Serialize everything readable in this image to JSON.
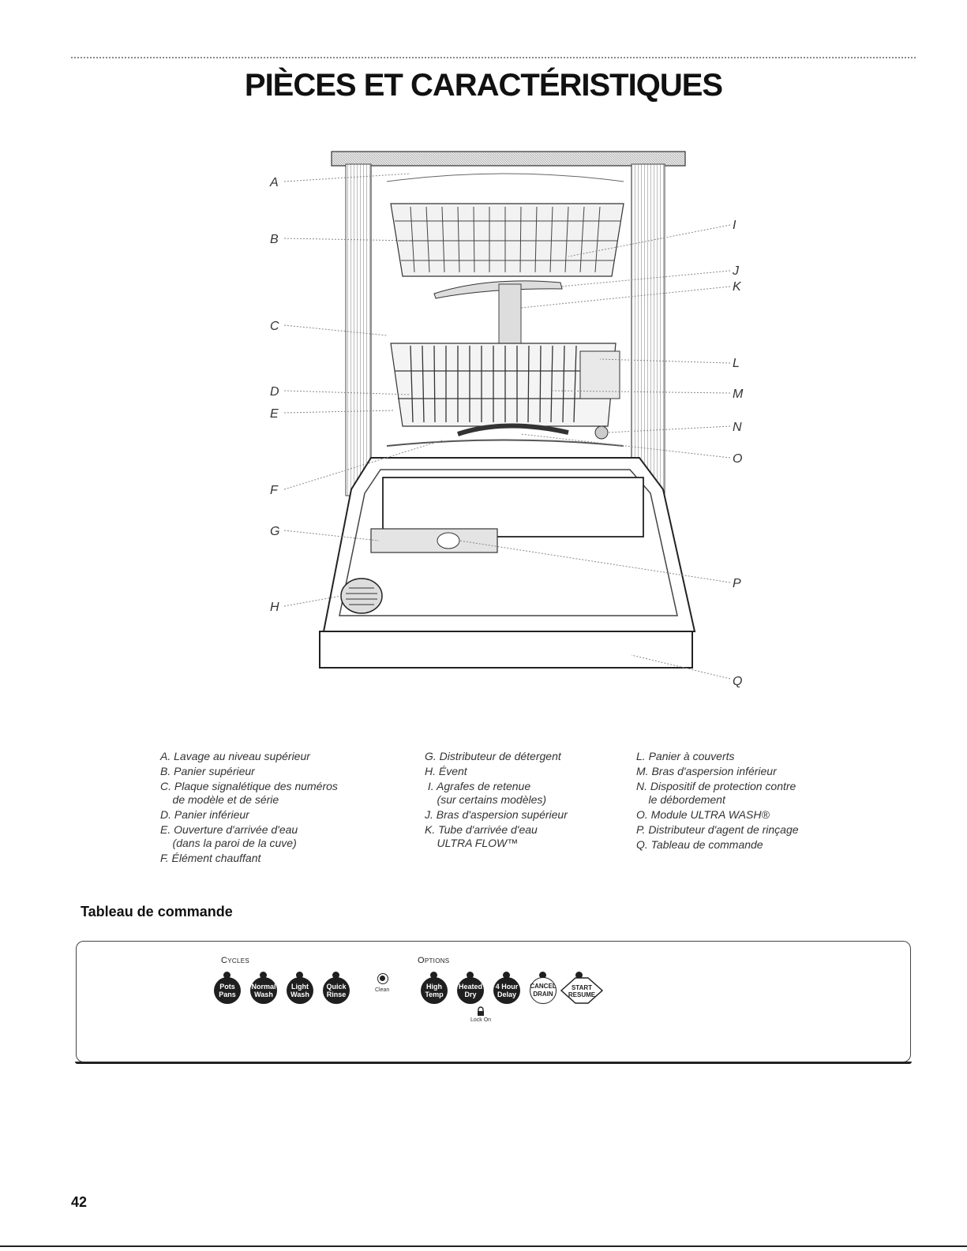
{
  "page": {
    "title": "PIÈCES ET CARACTÉRISTIQUES",
    "page_number": "42"
  },
  "diagram": {
    "callouts": [
      "A",
      "B",
      "C",
      "D",
      "E",
      "F",
      "G",
      "H",
      "I",
      "J",
      "K",
      "L",
      "M",
      "N",
      "O",
      "P",
      "Q"
    ]
  },
  "legend": {
    "col1": [
      "A. Lavage au niveau supérieur",
      "B. Panier supérieur",
      "C. Plaque signalétique des numéros\n    de modèle et de série",
      "D. Panier inférieur",
      "E. Ouverture d'arrivée d'eau\n    (dans la paroi de la cuve)",
      "F. Élément chauffant"
    ],
    "col2": [
      "G. Distributeur de détergent",
      "H. Évent",
      " I. Agrafes de retenue\n    (sur certains modèles)",
      "J. Bras d'aspersion supérieur",
      "K. Tube d'arrivée d'eau\n    ULTRA FLOW™"
    ],
    "col3": [
      "L. Panier à couverts",
      "M. Bras d'aspersion inférieur",
      "N. Dispositif de protection contre\n    le débordement",
      "O. Module ULTRA WASH®",
      "P. Distributeur d'agent de rinçage",
      "Q. Tableau de commande"
    ]
  },
  "control_panel": {
    "heading": "Tableau de commande",
    "cycles_label": "Cycles",
    "options_label": "Options",
    "cycle_buttons": [
      {
        "line1": "Pots",
        "line2": "Pans"
      },
      {
        "line1": "Normal",
        "line2": "Wash"
      },
      {
        "line1": "Light",
        "line2": "Wash"
      },
      {
        "line1": "Quick",
        "line2": "Rinse"
      }
    ],
    "clean_label": "Clean",
    "option_buttons": [
      {
        "line1": "High",
        "line2": "Temp"
      },
      {
        "line1": "Heated",
        "line2": "Dry"
      },
      {
        "line1": "4 Hour",
        "line2": "Delay"
      }
    ],
    "cancel_button": {
      "line1": "CANCEL",
      "line2": "DRAIN"
    },
    "start_button": {
      "line1": "START",
      "line2": "RESUME"
    },
    "lock_label": "Lock On"
  }
}
